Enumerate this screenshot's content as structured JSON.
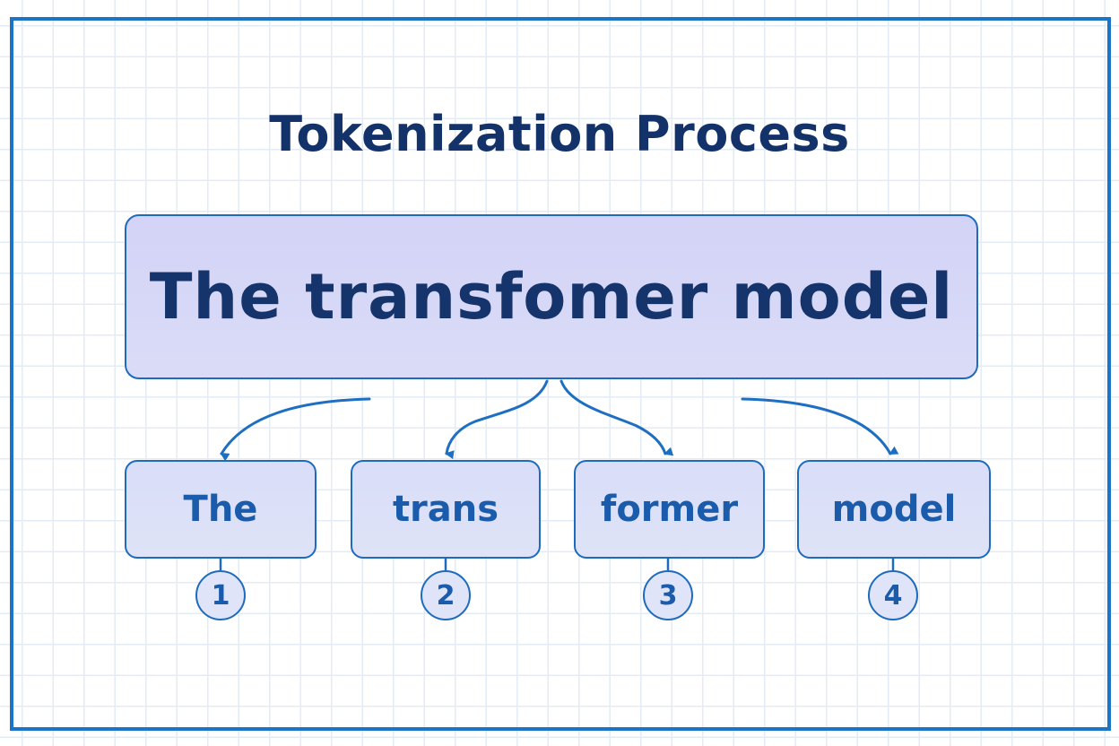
{
  "title": "Tokenization Process",
  "sentence": "The transfomer model",
  "tokens": [
    {
      "label": "The",
      "index": "1"
    },
    {
      "label": "trans",
      "index": "2"
    },
    {
      "label": "former",
      "index": "3"
    },
    {
      "label": "model",
      "index": "4"
    }
  ],
  "colors": {
    "frame": "#1a75c9",
    "title": "#14326a",
    "sentence_text": "#15346c",
    "token_text": "#1a5cab",
    "box_border": "#1e6bbd",
    "box_fill": "#d8daf7",
    "grid": "#e3ebf5"
  }
}
